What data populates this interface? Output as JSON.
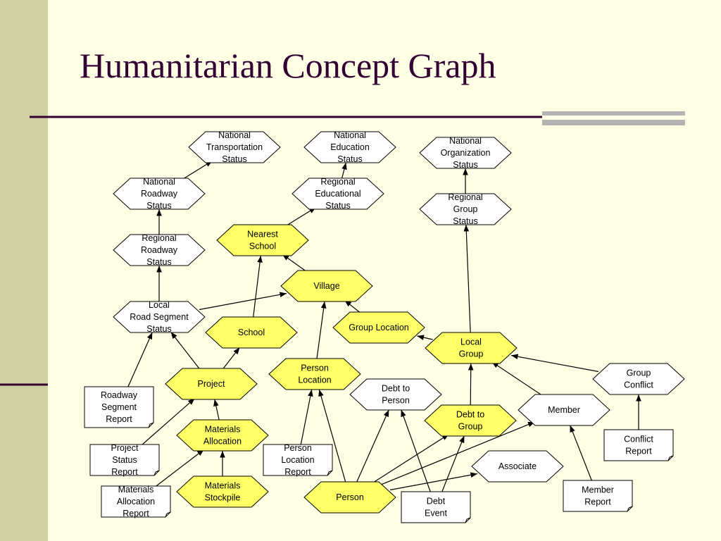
{
  "slide": {
    "title": "Humanitarian Concept Graph"
  },
  "colors": {
    "background": "#ffffe5",
    "side_bar": "#d1d0a0",
    "title_text": "#330033",
    "highlight_node_fill": "#ffff66",
    "plain_node_fill": "#ffffff",
    "gray_bar": "#b3b3b3"
  },
  "nodes": {
    "national_transportation_status": {
      "lines": [
        "National",
        "Transportation",
        "Status"
      ],
      "shape": "hexagon",
      "highlight": false
    },
    "national_education_status": {
      "lines": [
        "National",
        "Education",
        "Status"
      ],
      "shape": "hexagon",
      "highlight": false
    },
    "national_organization_status": {
      "lines": [
        "National",
        "Organization",
        "Status"
      ],
      "shape": "hexagon",
      "highlight": false
    },
    "national_roadway_status": {
      "lines": [
        "National",
        "Roadway",
        "Status"
      ],
      "shape": "hexagon",
      "highlight": false
    },
    "regional_educational_status": {
      "lines": [
        "Regional",
        "Educational",
        "Status"
      ],
      "shape": "hexagon",
      "highlight": false
    },
    "regional_group_status": {
      "lines": [
        "Regional",
        "Group",
        "Status"
      ],
      "shape": "hexagon",
      "highlight": false
    },
    "regional_roadway_status": {
      "lines": [
        "Regional",
        "Roadway",
        "Status"
      ],
      "shape": "hexagon",
      "highlight": false
    },
    "nearest_school": {
      "lines": [
        "Nearest",
        "School"
      ],
      "shape": "hexagon",
      "highlight": true
    },
    "village": {
      "lines": [
        "Village"
      ],
      "shape": "hexagon",
      "highlight": true
    },
    "local_road_segment_status": {
      "lines": [
        "Local",
        "Road Segment",
        "Status"
      ],
      "shape": "hexagon",
      "highlight": false
    },
    "school": {
      "lines": [
        "School"
      ],
      "shape": "hexagon",
      "highlight": true
    },
    "group_location": {
      "lines": [
        "Group Location"
      ],
      "shape": "hexagon",
      "highlight": true
    },
    "local_group": {
      "lines": [
        "Local",
        "Group"
      ],
      "shape": "hexagon",
      "highlight": true
    },
    "person_location": {
      "lines": [
        "Person",
        "Location"
      ],
      "shape": "hexagon",
      "highlight": true
    },
    "project": {
      "lines": [
        "Project"
      ],
      "shape": "hexagon",
      "highlight": true
    },
    "group_conflict": {
      "lines": [
        "Group",
        "Conflict"
      ],
      "shape": "hexagon",
      "highlight": false
    },
    "debt_to_person": {
      "lines": [
        "Debt to",
        "Person"
      ],
      "shape": "hexagon",
      "highlight": false
    },
    "member": {
      "lines": [
        "Member"
      ],
      "shape": "hexagon",
      "highlight": false
    },
    "debt_to_group": {
      "lines": [
        "Debt to",
        "Group"
      ],
      "shape": "hexagon",
      "highlight": true
    },
    "materials_allocation": {
      "lines": [
        "Materials",
        "Allocation"
      ],
      "shape": "hexagon",
      "highlight": true
    },
    "associate": {
      "lines": [
        "Associate"
      ],
      "shape": "hexagon",
      "highlight": false
    },
    "materials_stockpile": {
      "lines": [
        "Materials",
        "Stockpile"
      ],
      "shape": "hexagon",
      "highlight": true
    },
    "person": {
      "lines": [
        "Person"
      ],
      "shape": "hexagon",
      "highlight": true
    },
    "roadway_segment_report": {
      "lines": [
        "Roadway",
        "Segment",
        "Report"
      ],
      "shape": "document",
      "highlight": false
    },
    "project_status_report": {
      "lines": [
        "Project",
        "Status",
        "Report"
      ],
      "shape": "document",
      "highlight": false
    },
    "materials_allocation_report": {
      "lines": [
        "Materials",
        "Allocation",
        "Report"
      ],
      "shape": "document",
      "highlight": false
    },
    "person_location_report": {
      "lines": [
        "Person",
        "Location",
        "Report"
      ],
      "shape": "document",
      "highlight": false
    },
    "debt_event": {
      "lines": [
        "Debt",
        "Event"
      ],
      "shape": "document",
      "highlight": false
    },
    "conflict_report": {
      "lines": [
        "Conflict",
        "Report"
      ],
      "shape": "document",
      "highlight": false
    },
    "member_report": {
      "lines": [
        "Member",
        "Report"
      ],
      "shape": "document",
      "highlight": false
    }
  },
  "edges": [
    [
      "national_roadway_status",
      "national_transportation_status"
    ],
    [
      "regional_educational_status",
      "national_education_status"
    ],
    [
      "regional_group_status",
      "national_organization_status"
    ],
    [
      "regional_roadway_status",
      "national_roadway_status"
    ],
    [
      "nearest_school",
      "regional_educational_status"
    ],
    [
      "local_road_segment_status",
      "regional_roadway_status"
    ],
    [
      "local_group",
      "regional_group_status"
    ],
    [
      "village",
      "nearest_school"
    ],
    [
      "school",
      "nearest_school"
    ],
    [
      "local_road_segment_status",
      "village"
    ],
    [
      "group_location",
      "village"
    ],
    [
      "person_location",
      "village"
    ],
    [
      "local_group",
      "group_location"
    ],
    [
      "project",
      "local_road_segment_status"
    ],
    [
      "roadway_segment_report",
      "local_road_segment_status"
    ],
    [
      "project",
      "school"
    ],
    [
      "member",
      "local_group"
    ],
    [
      "group_conflict",
      "local_group"
    ],
    [
      "debt_to_group",
      "local_group"
    ],
    [
      "project_status_report",
      "project"
    ],
    [
      "materials_allocation",
      "project"
    ],
    [
      "materials_allocation_report",
      "materials_allocation"
    ],
    [
      "materials_stockpile",
      "materials_allocation"
    ],
    [
      "person_location_report",
      "person_location"
    ],
    [
      "person",
      "person_location"
    ],
    [
      "person",
      "debt_to_person"
    ],
    [
      "person",
      "debt_to_group"
    ],
    [
      "person",
      "member"
    ],
    [
      "person",
      "associate"
    ],
    [
      "debt_event",
      "debt_to_person"
    ],
    [
      "debt_event",
      "debt_to_group"
    ],
    [
      "conflict_report",
      "group_conflict"
    ],
    [
      "member_report",
      "member"
    ]
  ]
}
